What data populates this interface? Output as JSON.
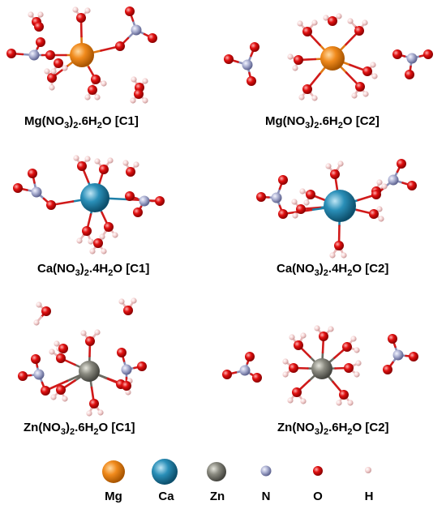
{
  "panels": [
    {
      "formula_main": "Mg(NO",
      "sub1": "3",
      "mid": ")",
      "sub2": "2",
      "tail": ".6H",
      "sub3": "2",
      "end": "O [C1]"
    },
    {
      "formula_main": "Mg(NO",
      "sub1": "3",
      "mid": ")",
      "sub2": "2",
      "tail": ".6H",
      "sub3": "2",
      "end": "O [C2]"
    },
    {
      "formula_main": "Ca(NO",
      "sub1": "3",
      "mid": ")",
      "sub2": "2",
      "tail": ".4H",
      "sub3": "2",
      "end": "O [C1]"
    },
    {
      "formula_main": "Ca(NO",
      "sub1": "3",
      "mid": ")",
      "sub2": "2",
      "tail": ".4H",
      "sub3": "2",
      "end": "O [C2]"
    },
    {
      "formula_main": "Zn(NO",
      "sub1": "3",
      "mid": ")",
      "sub2": "2",
      "tail": ".6H",
      "sub3": "2",
      "end": "O [C1]"
    },
    {
      "formula_main": "Zn(NO",
      "sub1": "3",
      "mid": ")",
      "sub2": "2",
      "tail": ".6H",
      "sub3": "2",
      "end": "O [C2]"
    }
  ],
  "legend": [
    {
      "label": "Mg",
      "color": "#f08a1c"
    },
    {
      "label": "Ca",
      "color": "#2a8fb8"
    },
    {
      "label": "Zn",
      "color": "#8a8a80"
    },
    {
      "label": "N",
      "color": "#a9aed0"
    },
    {
      "label": "O",
      "color": "#e01010"
    },
    {
      "label": "H",
      "color": "#f5d2d2"
    }
  ]
}
